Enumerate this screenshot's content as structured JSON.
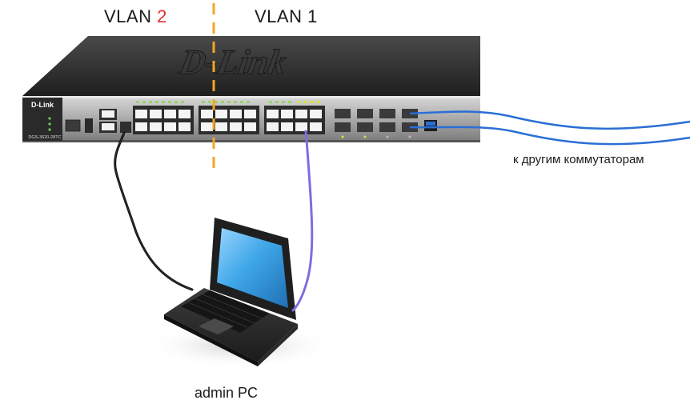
{
  "labels": {
    "vlan2_prefix": "VLAN ",
    "vlan2_number": "2",
    "vlan1": "VLAN 1",
    "uplink_note": "к другим коммутаторам",
    "admin_pc": "admin PC"
  },
  "device": {
    "brand": "D-Link",
    "model": "DGS-3620-28TC"
  },
  "colors": {
    "vlan_divider": "#f5a623",
    "vlan2_number": "#e0302c",
    "cable_vlan2": "#111111",
    "cable_vlan1": "#7b6fe0",
    "cable_uplink": "#2a6fd6",
    "switch_body": "#2b2b2b",
    "laptop_screen": "#3fa7e8"
  }
}
